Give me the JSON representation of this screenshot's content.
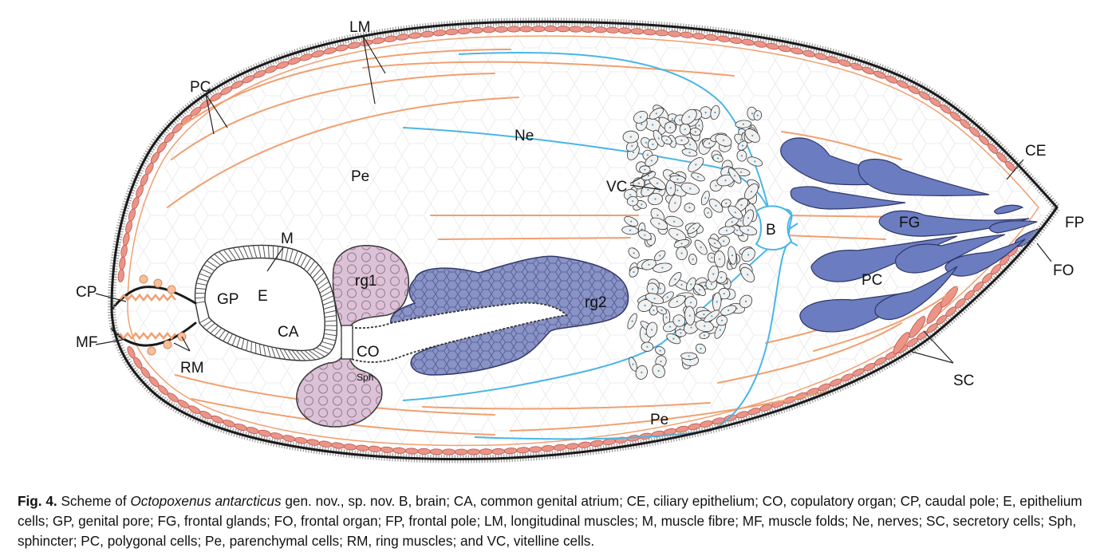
{
  "diagram": {
    "labels": {
      "LM": "LM",
      "PC_top": "PC",
      "Ne": "Ne",
      "Pe_top": "Pe",
      "VC": "VC",
      "CE": "CE",
      "FG": "FG",
      "FP": "FP",
      "B": "B",
      "M": "M",
      "E": "E",
      "rg1": "rg1",
      "rg2": "rg2",
      "CP": "CP",
      "GP": "GP",
      "CA": "CA",
      "CO": "CO",
      "Sph": "Sph",
      "MF": "MF",
      "RM": "RM",
      "PC_right": "PC",
      "FO": "FO",
      "SC": "SC",
      "Pe_bottom": "Pe"
    },
    "colors": {
      "outline": "#1a1a1a",
      "cilia": "#9a9a9a",
      "muscle": "#f0a070",
      "secretory": "#ec9488",
      "nerve": "#49b6e6",
      "frontal_gland": "#6b7cc0",
      "rg1_fill": "#dcc2d6",
      "rg2_fill": "#8a93c6",
      "cell_outline": "#c8c8c8"
    }
  },
  "caption": {
    "fig_label": "Fig. 4.",
    "text_before_species": " Scheme of ",
    "species": "Octopoxenus antarcticus",
    "text_after_species": " gen. nov., sp. nov. B, brain; CA, common genital atrium; CE, ciliary epithelium; CO, copulatory organ; CP, caudal pole; E, epithelium cells; GP, genital pore; FG, frontal glands; FO, frontal organ; FP, frontal pole; LM, longitudinal muscles; M, muscle fibre; MF, muscle folds; Ne, nerves; SC, secretory cells; Sph, sphincter; PC, polygonal cells; Pe, parenchymal cells; RM, ring muscles; and VC, vitelline cells."
  }
}
